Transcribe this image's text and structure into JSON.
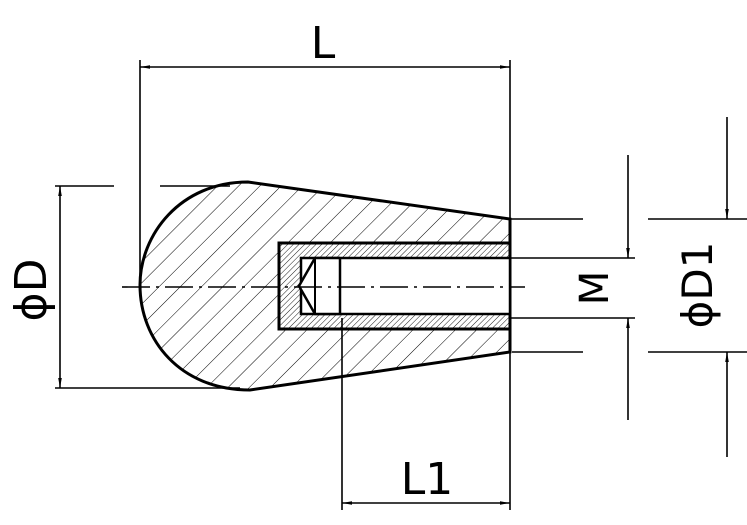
{
  "drawing": {
    "labels": {
      "length": "L",
      "diameter": "ϕD",
      "thread": "M",
      "bore_diameter": "ϕD1",
      "insert_length": "L1"
    },
    "line_color": "#000000",
    "background": "#ffffff"
  }
}
